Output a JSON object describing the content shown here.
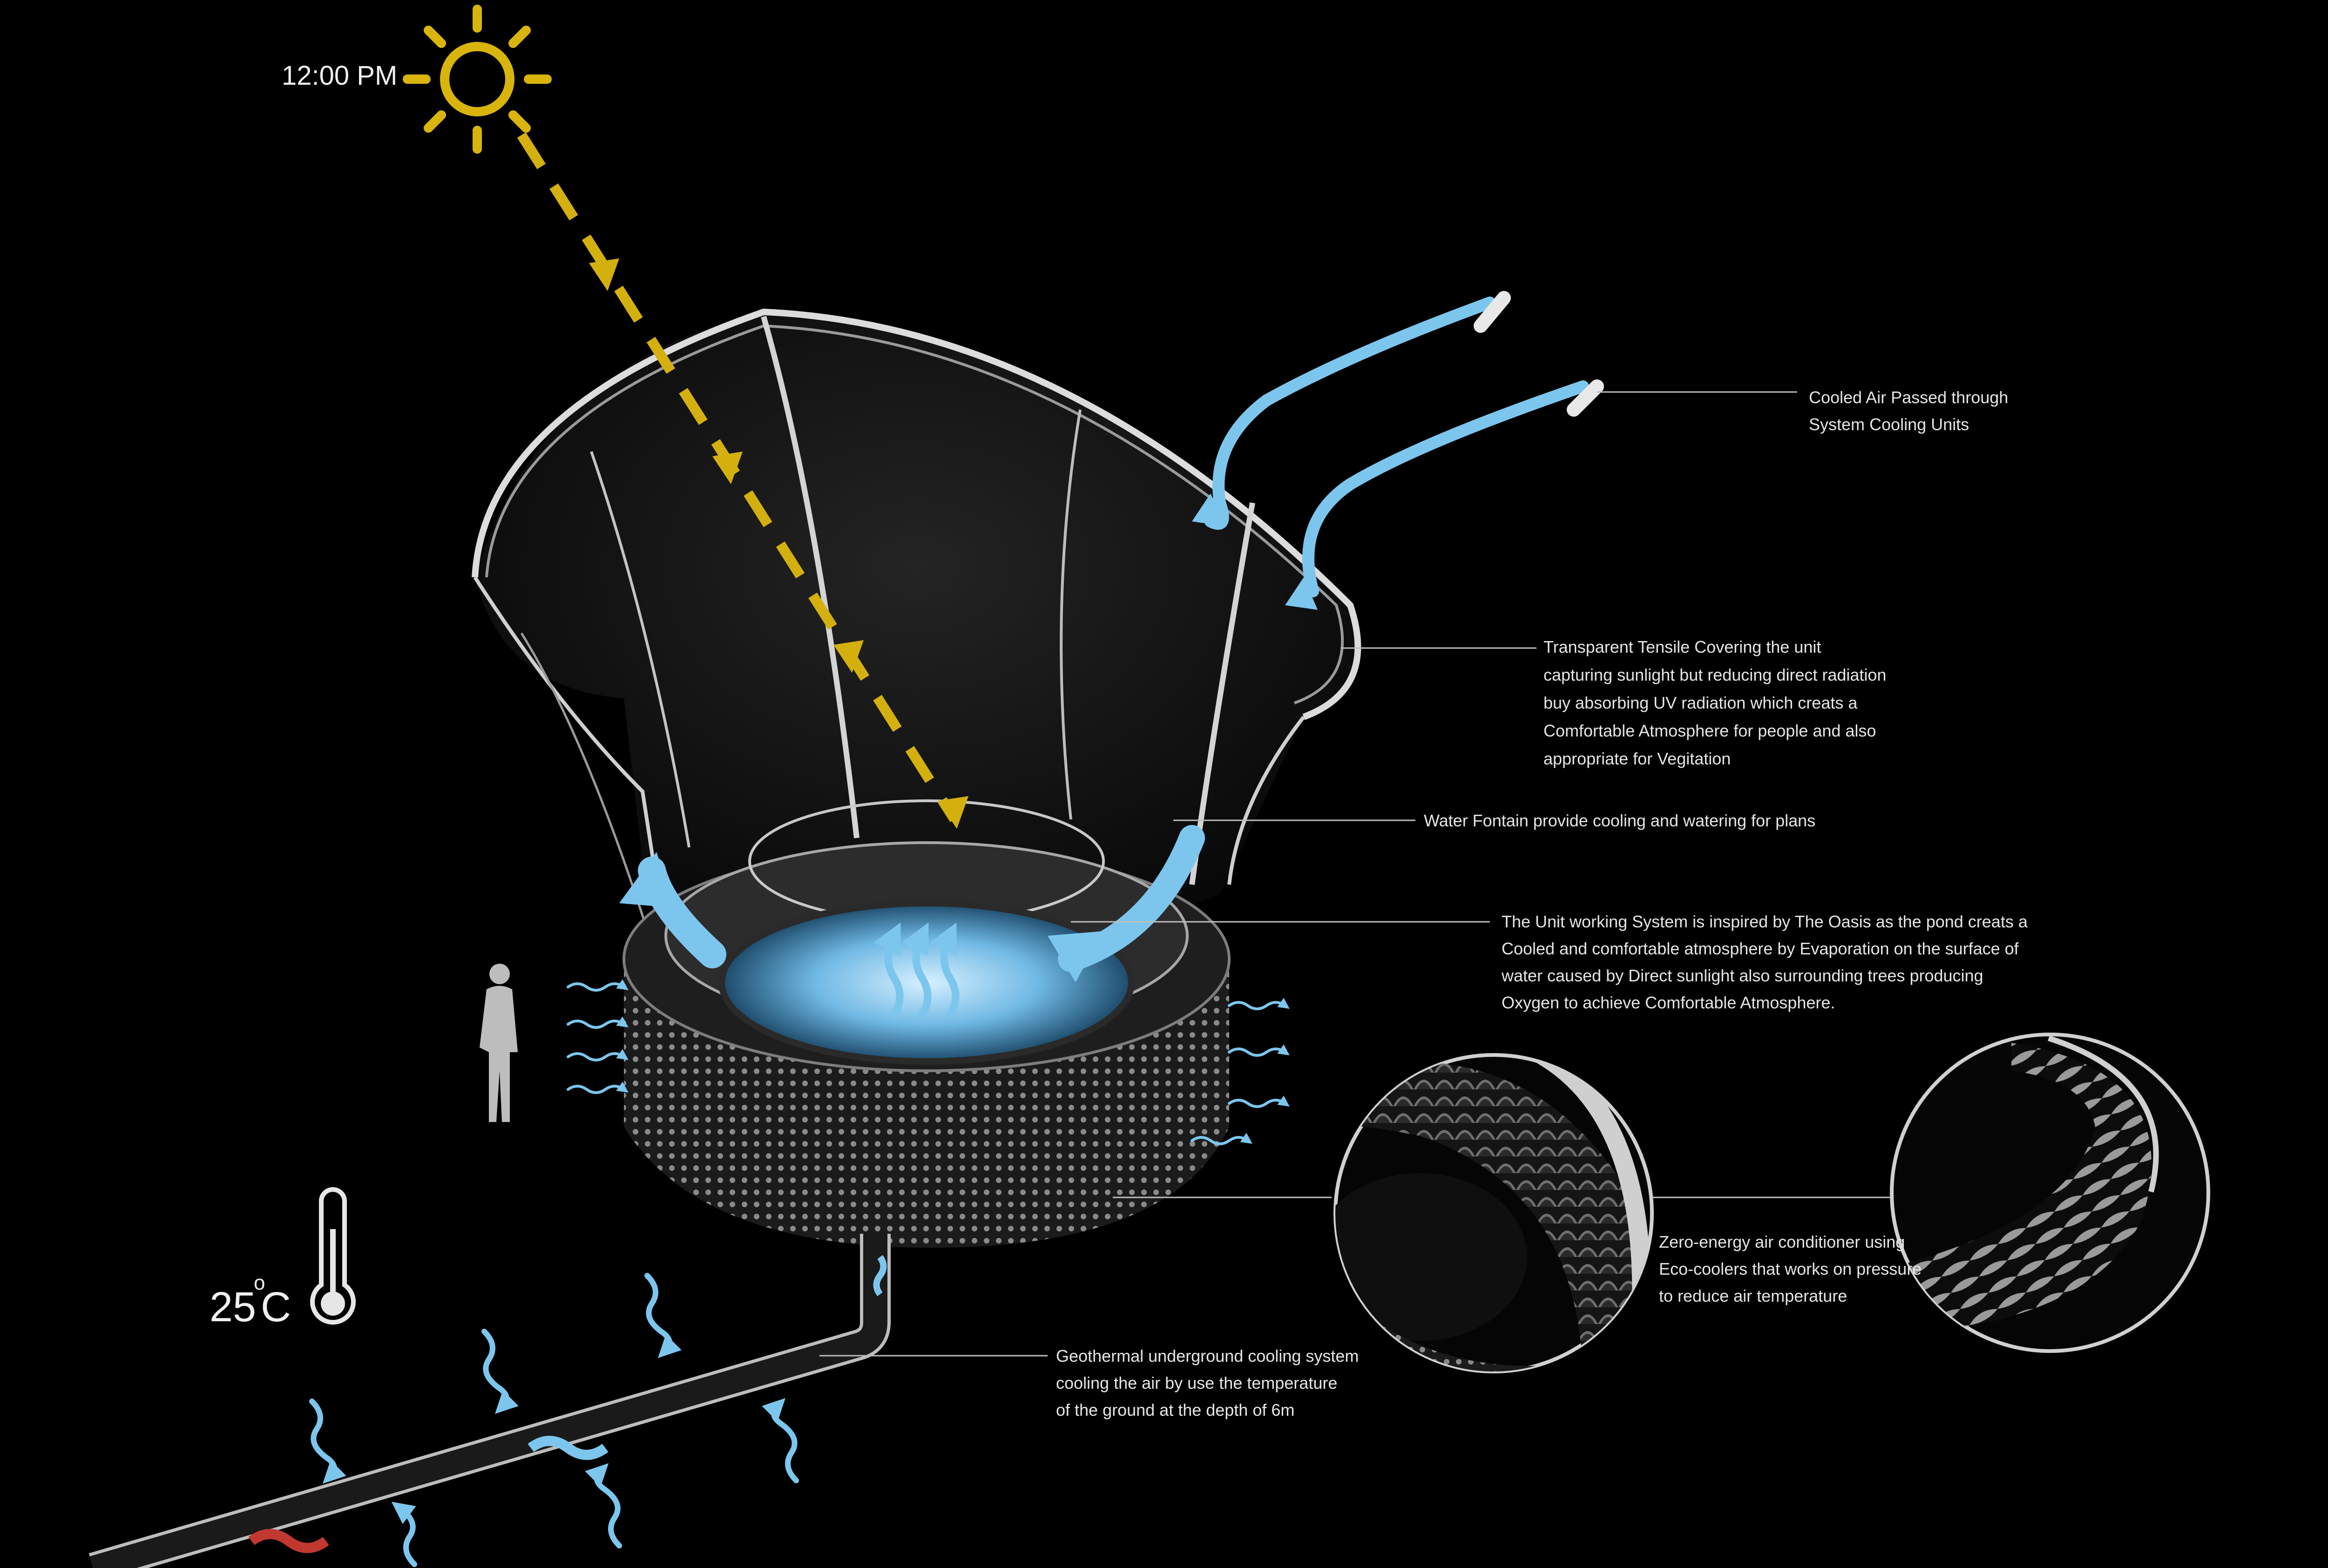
{
  "diagram": {
    "time_label": "12:00 PM",
    "temperature": {
      "value": "25",
      "degree": "o",
      "unit": "C"
    },
    "callouts": {
      "cooled_air": [
        "Cooled Air Passed through",
        "System Cooling Units"
      ],
      "tensile_covering": [
        "Transparent Tensile Covering the unit",
        "capturing sunlight but reducing direct radiation",
        "buy absorbing UV radiation which creats a",
        "Comfortable Atmosphere for people and also",
        "appropriate for Vegitation"
      ],
      "water_fountain": [
        "Water Fontain provide cooling and watering for plans"
      ],
      "oasis_system": [
        "The Unit working System is inspired by The Oasis as the pond creats a",
        "Cooled and comfortable atmosphere by Evaporation on the surface of",
        "water caused by Direct sunlight also surrounding trees producing",
        "Oxygen to achieve Comfortable Atmosphere."
      ],
      "eco_cooler": [
        "Zero-energy air conditioner using",
        "Eco-coolers that works on pressure",
        "to reduce air temperature"
      ],
      "geothermal": [
        "Geothermal underground cooling system",
        "cooling the air by use the temperature",
        "of the ground at the depth of 6m"
      ]
    },
    "colors": {
      "sun": "#d8b40c",
      "sunlight_arrow": "#d4b00e",
      "cool_air": "#7cc6ee",
      "warm_air": "#c0382f",
      "structure": "#d9d9d9",
      "pond": "#9fd7f5",
      "background": "#000000"
    },
    "icons": [
      "sun-icon",
      "thermometer-icon",
      "person-silhouette"
    ]
  }
}
